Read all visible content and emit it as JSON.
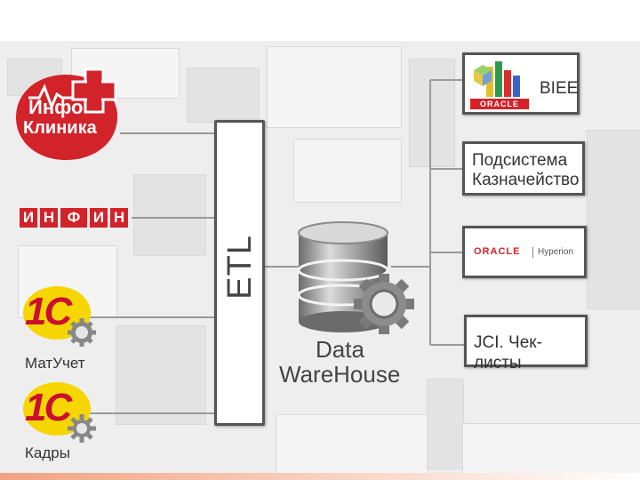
{
  "sources": {
    "infoclinic": {
      "line1": "Инфо",
      "line2": "Клиника"
    },
    "infin": {
      "letters": [
        "И",
        "Н",
        "Ф",
        "И",
        "Н"
      ]
    },
    "onec_matuchet": {
      "logo": "1С",
      "label": "МатУчет"
    },
    "onec_kadry": {
      "logo": "1С",
      "label": "Кадры"
    }
  },
  "etl": {
    "label": "ETL"
  },
  "warehouse": {
    "line1": "Data",
    "line2": "WareHouse"
  },
  "targets": {
    "biee": {
      "brand": "ORACLE",
      "label": "BIEE"
    },
    "treasury": {
      "line1": "Подсистема",
      "line2": "Казначейство"
    },
    "hyperion": {
      "brand": "ORACLE",
      "product": "Hyperion"
    },
    "jci": {
      "label": "JCI. Чек-листы"
    }
  },
  "colors": {
    "brand_red": "#d2232a",
    "line_gray": "#9a9a9a",
    "border": "#555555"
  }
}
